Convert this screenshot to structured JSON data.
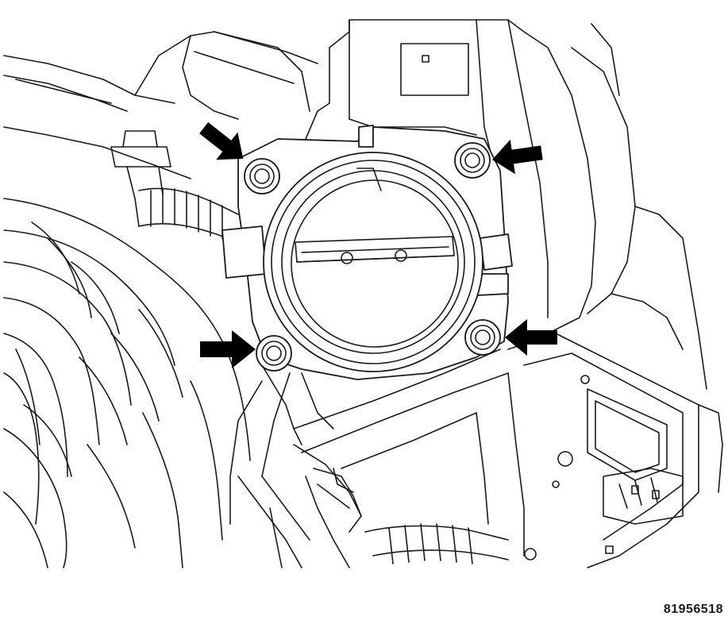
{
  "figure": {
    "id_label": "81956518",
    "colors": {
      "line": "#1a1a1a",
      "arrow": "#000000",
      "background": "#ffffff"
    },
    "callouts": [
      {
        "name": "upper-left-bolt",
        "icon": "arrow-icon"
      },
      {
        "name": "upper-right-bolt",
        "icon": "arrow-icon"
      },
      {
        "name": "lower-left-bolt",
        "icon": "arrow-icon"
      },
      {
        "name": "lower-right-bolt",
        "icon": "arrow-icon"
      }
    ]
  }
}
